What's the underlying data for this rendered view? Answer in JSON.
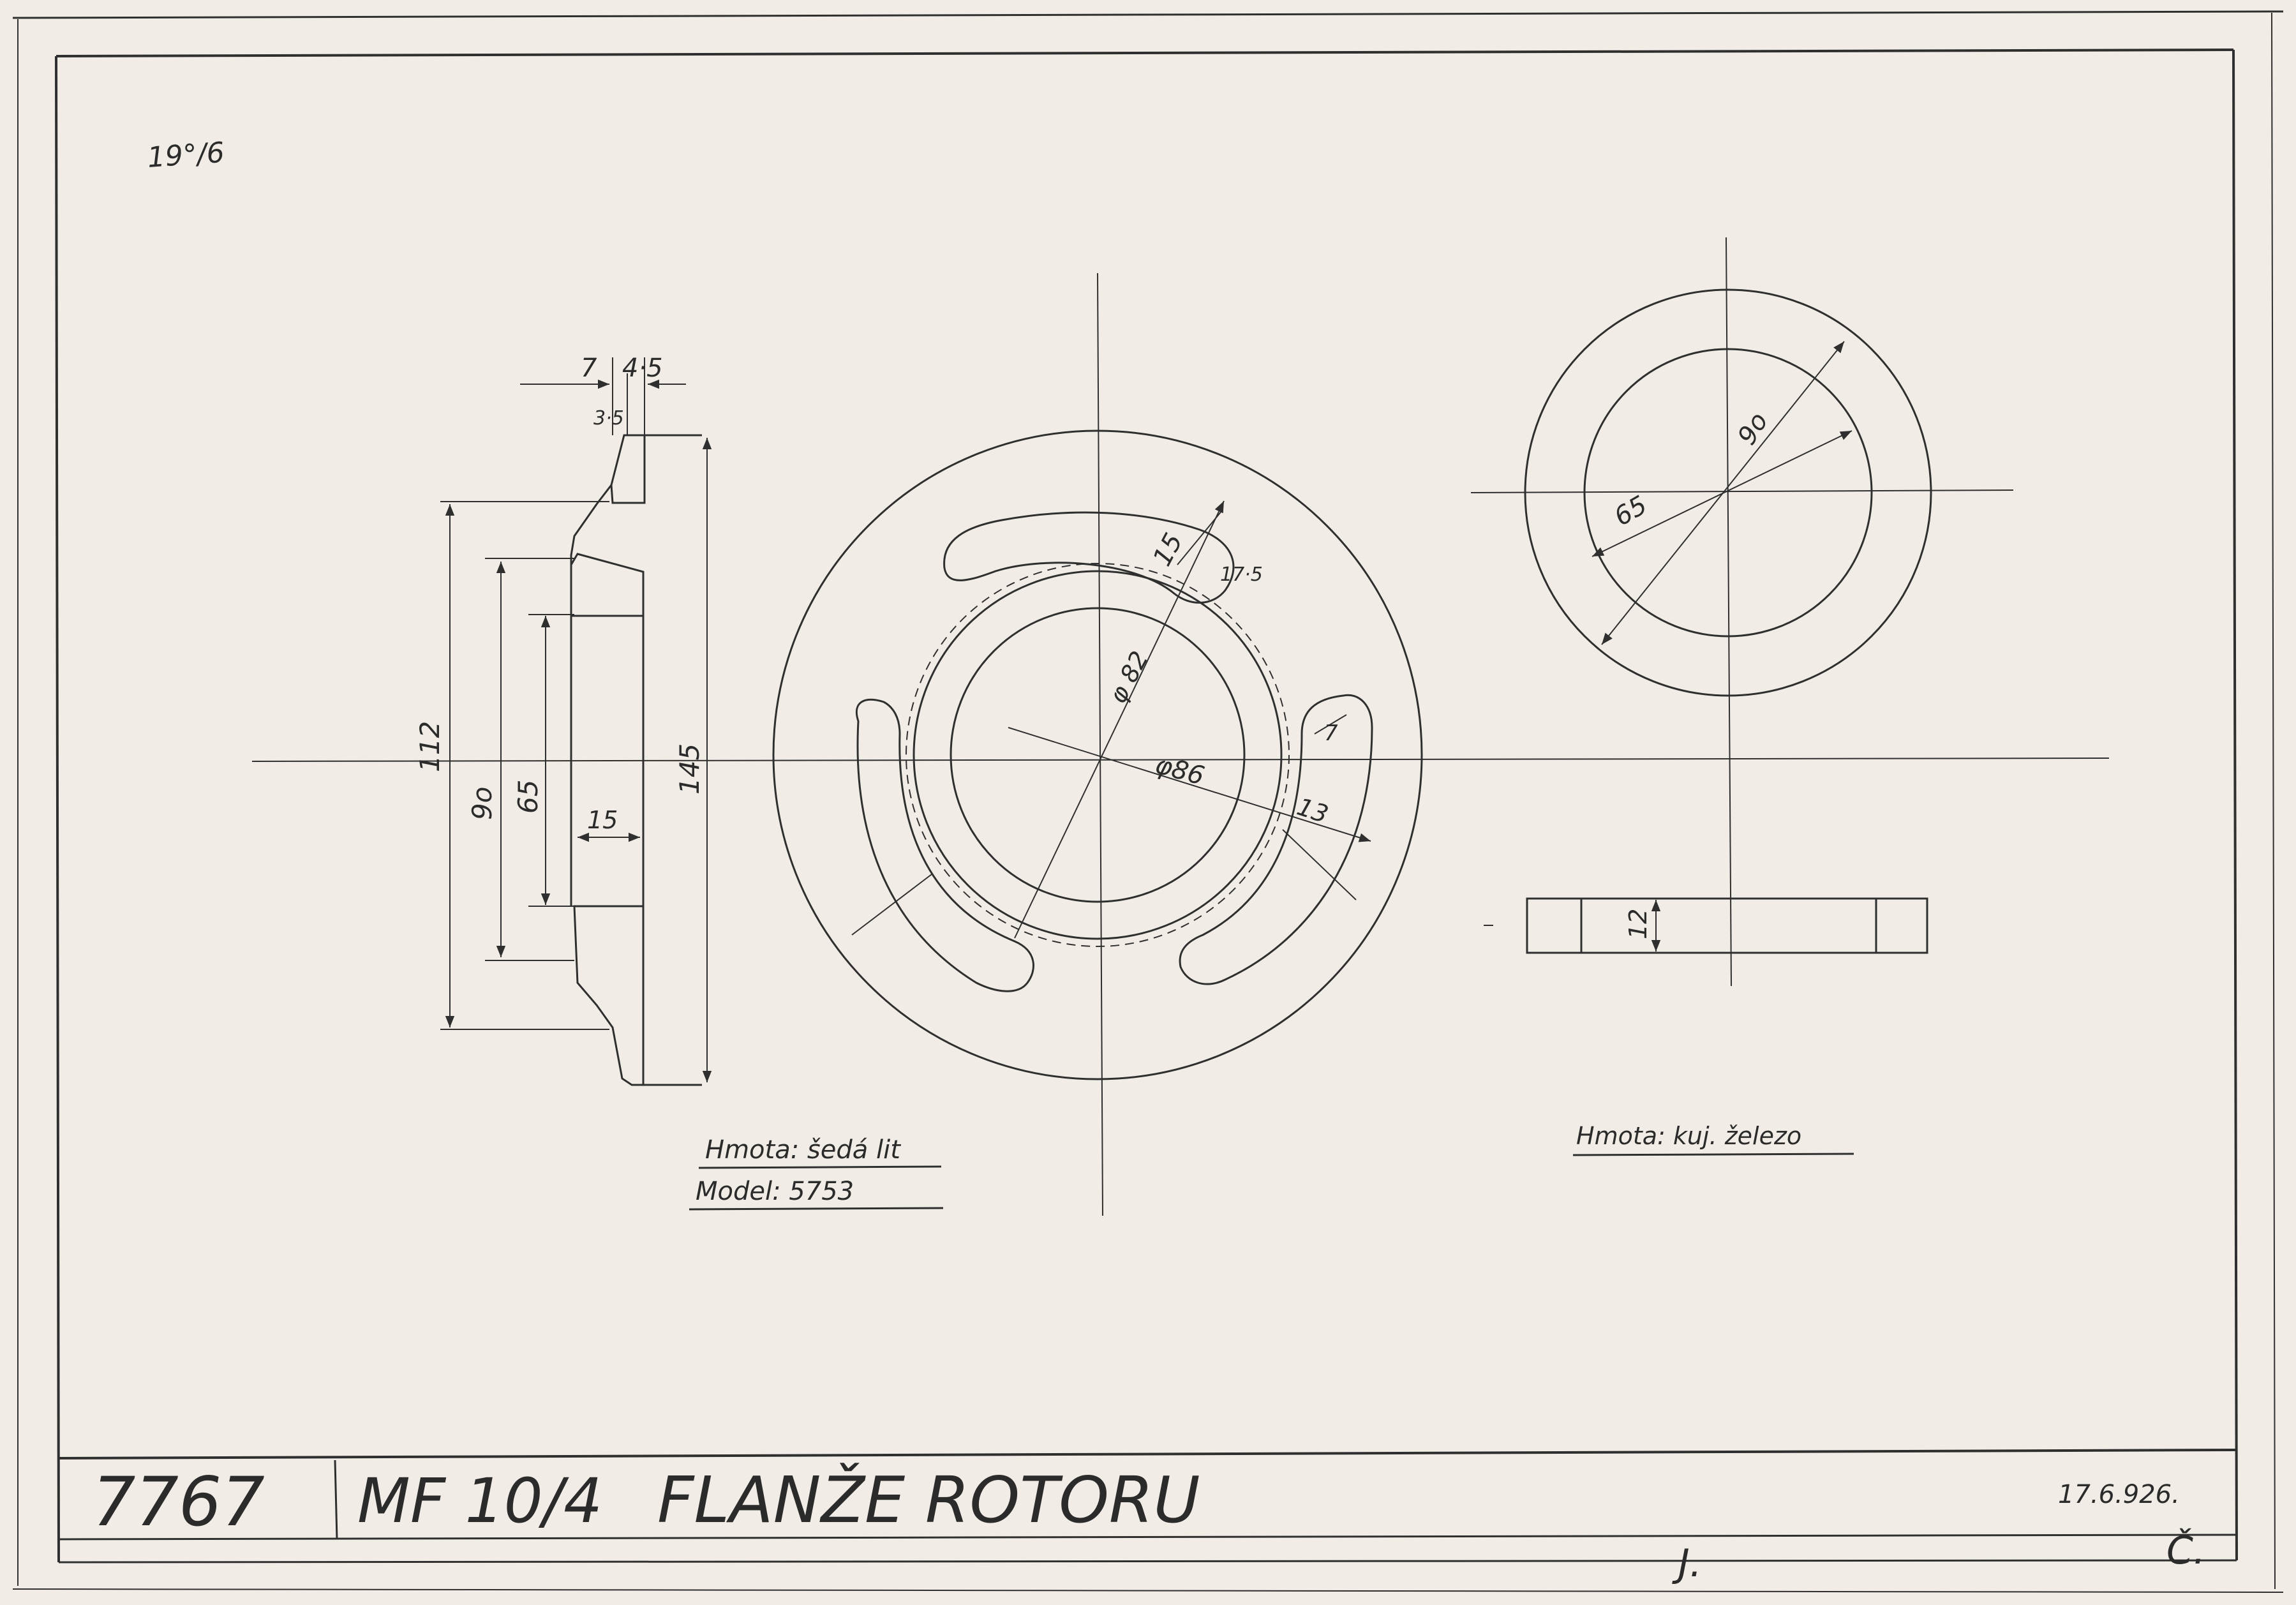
{
  "corner_note": "19°/6",
  "side_view": {
    "dims": {
      "d7": "7",
      "d4_5": "4·5",
      "d3_5": "3·5",
      "d112": "112",
      "d90": "9o",
      "d65": "65",
      "d145": "145",
      "d15": "15"
    },
    "material_label": "Hmota: šedá lit",
    "model_label": "Model: 5753"
  },
  "front_view": {
    "dims": {
      "d15": "15",
      "d17_5": "17·5",
      "phi82": "φ 82",
      "phi86": "φ86",
      "d13": "13",
      "d7": "7"
    }
  },
  "ring_view": {
    "dims": {
      "d90": "9o",
      "d65": "65",
      "d12": "12"
    },
    "material_label": "Hmota: kuj. železo"
  },
  "title_block": {
    "number": "7767",
    "model": "MF 10/4",
    "title": "FLANŽE ROTORU",
    "date": "17.6.926.",
    "signature_1": "J.",
    "signature_2": "Č."
  }
}
